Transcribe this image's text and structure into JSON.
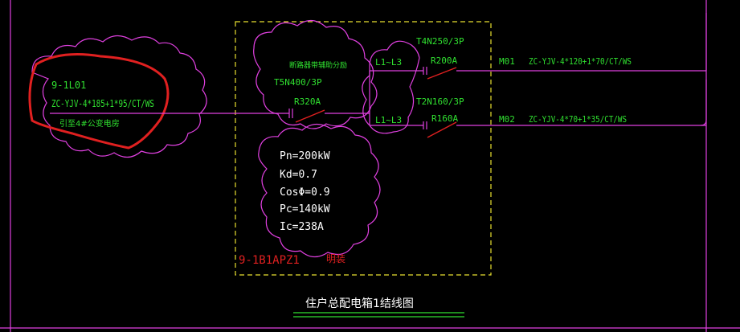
{
  "colors": {
    "background": "#000000",
    "magenta": "#e040e0",
    "yellow": "#e8e030",
    "green": "#30e030",
    "white": "#ffffff",
    "red": "#e02020",
    "title_white": "#ffffff"
  },
  "incoming": {
    "id": "9-1L01",
    "cable": "ZC-YJV-4*185+1*95/CT/WS",
    "source": "引至4#公变电房"
  },
  "main_breaker": {
    "label": "断路器带辅助分励",
    "model": "T5N400/3P",
    "rating": "R320A"
  },
  "phase_labels": {
    "top": "L1~L3",
    "bottom": "L1~L3"
  },
  "outgoing": [
    {
      "model": "T4N250/3P",
      "rating": "R200A",
      "circuit": "M01",
      "cable": "ZC-YJV-4*120+1*70/CT/WS"
    },
    {
      "model": "T2N160/3P",
      "rating": "R160A",
      "circuit": "M02",
      "cable": "ZC-YJV-4*70+1*35/CT/WS"
    }
  ],
  "load_parameters": [
    "Pn=200kW",
    "Kd=0.7",
    "CosΦ=0.9",
    "Pc=140kW",
    "Ic=238A"
  ],
  "box": {
    "id": "9-1B1APZ1",
    "mount": "明装"
  },
  "title": "住户总配电箱1结线图"
}
